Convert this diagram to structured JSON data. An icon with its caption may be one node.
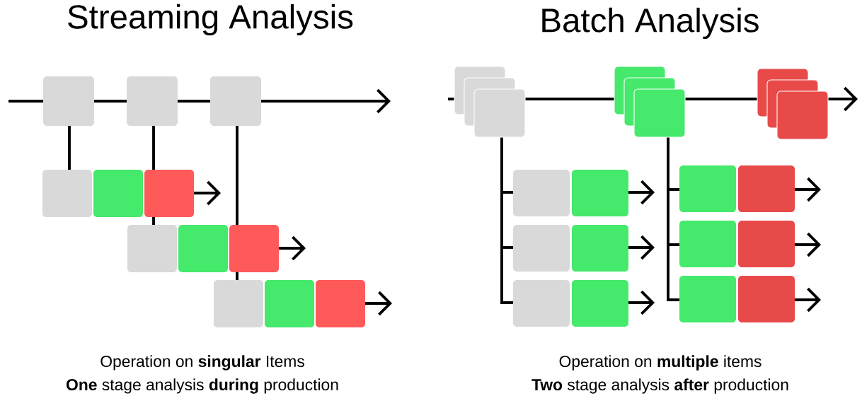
{
  "diagram": {
    "labels": [
      "Streaming Analysis",
      "Batch Analysis",
      "Operation on **singular** Items",
      "**One** stage analysis **during** production",
      "Operation on **multiple** items",
      "**Two** stage analysis **after** production"
    ]
  }
}
